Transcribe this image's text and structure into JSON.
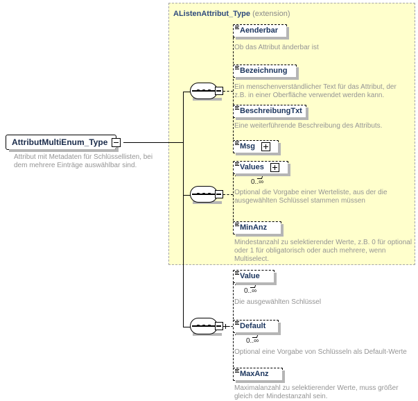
{
  "diagram": {
    "title_visible": false,
    "root": {
      "name": "AttributMultiEnum_Type",
      "annotation": "Attribut mit Metadaten für Schlüssellisten, bei dem mehrere Einträge auswählbar sind.",
      "toggle": "minus-icon"
    },
    "extension": {
      "label": "AListenAttribut_Type",
      "kind": "(extension)",
      "background_color": "#ffffcc",
      "border_color": "#a6a6a6"
    },
    "compositors": [
      {
        "name": "sequence-compositor-1",
        "type": "sequence",
        "toggle": "minus-icon"
      },
      {
        "name": "sequence-compositor-2",
        "type": "sequence",
        "toggle": "minus-icon"
      },
      {
        "name": "sequence-compositor-3",
        "type": "sequence",
        "toggle": "minus-icon"
      }
    ],
    "groups": [
      {
        "id": "group-extension-top",
        "inside_extension": true,
        "elements": [
          {
            "name": "Aenderbar",
            "cardinality": "",
            "annotation": "Ob das Attribut änderbar ist",
            "expandable": false,
            "repeating": false
          },
          {
            "name": "Bezeichnung",
            "cardinality": "",
            "annotation": "Ein menschenverständlicher Text für das Attribut, der\nz.B. in einer Oberfläche verwendet werden kann.",
            "expandable": false,
            "repeating": false
          },
          {
            "name": "BeschreibungTxt",
            "cardinality": "",
            "annotation": "Eine weiterführende Beschreibung des Attributs.",
            "expandable": false,
            "repeating": false
          },
          {
            "name": "Msg",
            "cardinality": "",
            "annotation": "",
            "expandable": true,
            "repeating": false
          }
        ]
      },
      {
        "id": "group-extension-bottom",
        "inside_extension": true,
        "elements": [
          {
            "name": "Values",
            "cardinality": "0..∞",
            "annotation": "Optional die Vorgabe einer Werteliste, aus der die\nausgewählten Schlüssel stammen müssen",
            "expandable": true,
            "repeating": true
          },
          {
            "name": "MinAnz",
            "cardinality": "",
            "annotation": "Mindestanzahl zu selektierender Werte, z.B. 0 für optional\noder 1 für obligatorisch oder auch mehrere, wenn\nMultiselect.",
            "expandable": false,
            "repeating": false
          }
        ]
      },
      {
        "id": "group-own",
        "inside_extension": false,
        "elements": [
          {
            "name": "Value",
            "cardinality": "0..∞",
            "annotation": "Die ausgewählten Schlüssel",
            "expandable": false,
            "repeating": true
          },
          {
            "name": "Default",
            "cardinality": "0..∞",
            "annotation": "Optional eine Vorgabe von Schlüsseln als Default-Werte",
            "expandable": false,
            "repeating": true
          },
          {
            "name": "MaxAnz",
            "cardinality": "",
            "annotation": "Maximalanzahl zu selektierender Werte, muss größer\ngleich der Mindestanzahl sein.",
            "expandable": false,
            "repeating": false
          }
        ]
      }
    ]
  }
}
